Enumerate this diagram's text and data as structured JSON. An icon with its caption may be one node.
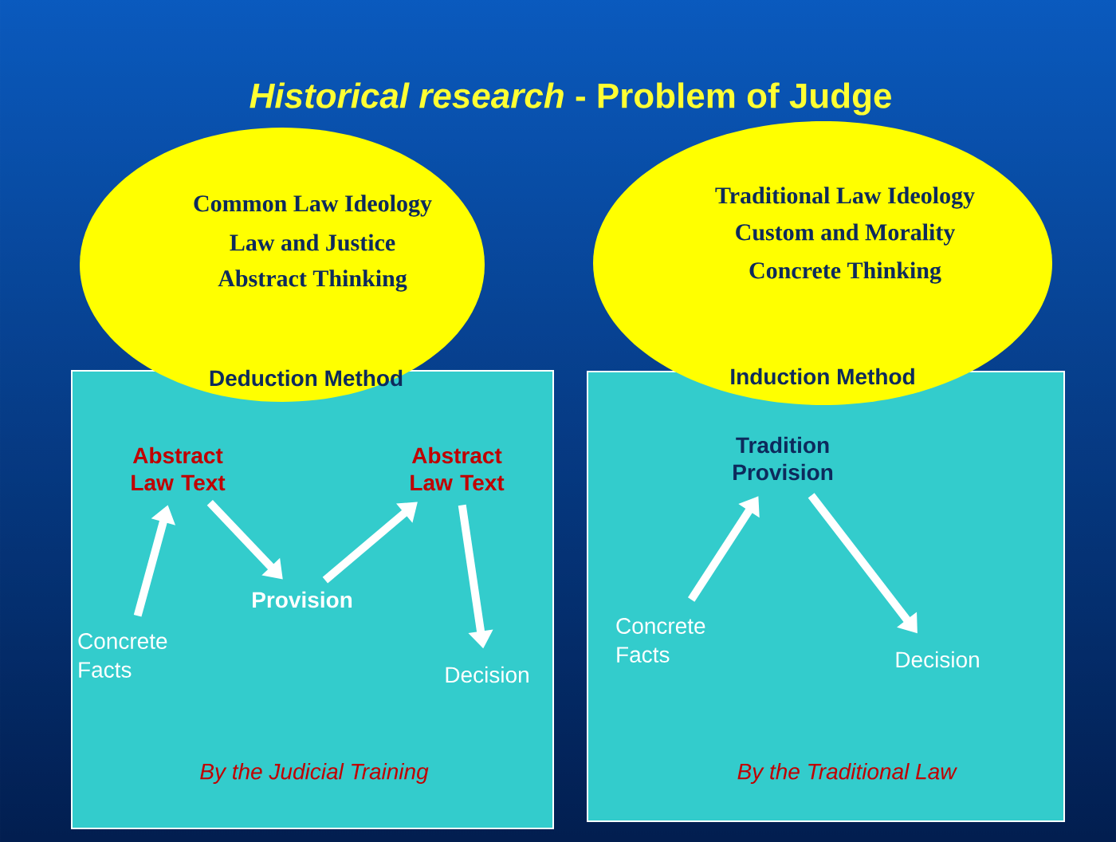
{
  "diagram": {
    "title": "*Historical research* -  Problem of Judge",
    "nodes": [
      {
        "text": [
          "Common Law Ideology",
          "Law and Justice",
          "Abstract Thinking",
          "Deduction Method"
        ]
      },
      {
        "text": [
          "By the Judicial Training"
        ]
      },
      {
        "text": [
          "Abstract Law Text"
        ],
        "in": 1
      },
      {
        "text": [
          "Abstract Law Text"
        ],
        "in": 1
      },
      {
        "text": [
          "Provision"
        ],
        "in": 1
      },
      {
        "text": [
          "Concrete Facts"
        ],
        "in": 1
      },
      {
        "text": [
          "Decision"
        ],
        "in": 1
      },
      {
        "text": [
          "Traditional Law Ideology",
          "Custom and Morality",
          "Concrete Thinking",
          "Induction Method"
        ]
      },
      {
        "text": [
          "By the Traditional Law"
        ]
      },
      {
        "text": [
          "Tradition Provision"
        ],
        "in": 8
      },
      {
        "text": [
          "Concrete Facts"
        ],
        "in": 8
      },
      {
        "text": [
          "Decision"
        ],
        "in": 8
      }
    ],
    "edges": [
      {
        "from": 5,
        "to": 2,
        "arrow": "to"
      },
      {
        "from": 2,
        "to": 4,
        "arrow": "to"
      },
      {
        "from": 4,
        "to": 3,
        "arrow": "to"
      },
      {
        "from": 3,
        "to": 6,
        "arrow": "to"
      },
      {
        "from": 10,
        "to": 9,
        "arrow": "to"
      },
      {
        "from": 9,
        "to": 11,
        "arrow": "to"
      }
    ]
  }
}
